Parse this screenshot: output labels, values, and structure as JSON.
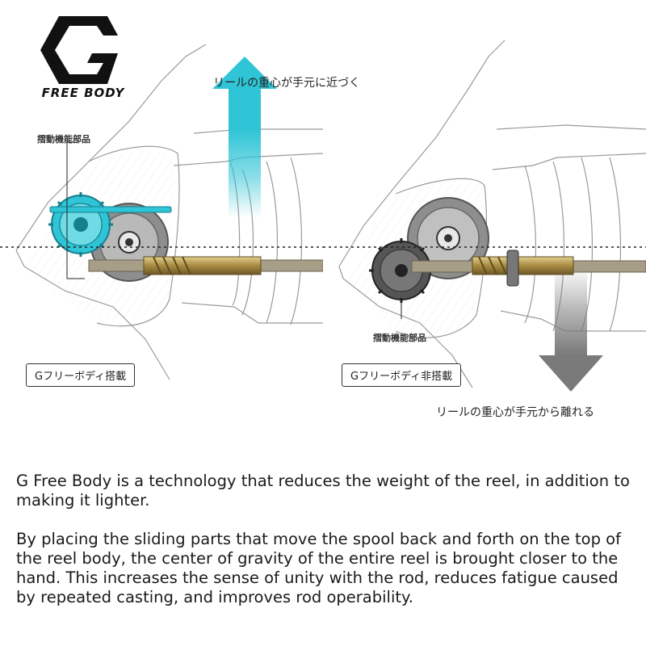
{
  "logo": {
    "text": "FREE BODY"
  },
  "left_panel": {
    "callout": "リールの重心が手元に近づく",
    "part_label": "摺動機能部品",
    "box_label": "Gフリーボディ搭載"
  },
  "right_panel": {
    "callout": "リールの重心が手元から離れる",
    "part_label": "摺動機能部品",
    "box_label": "Gフリーボディ非搭載"
  },
  "colors": {
    "accent_cyan": "#2fc4d6",
    "arrow_gray": "#7a7a7a",
    "gear_gray": "#555555",
    "shaft_gold": "#b8a060"
  },
  "description": {
    "paragraph_1": "G Free Body is a technology that reduces the weight of the reel, in addition to making it lighter.",
    "paragraph_2": "By placing the sliding parts that move the spool back and forth on the top of the reel body, the center of gravity of the entire reel is brought closer to the hand. This increases the sense of unity with the rod, reduces fatigue caused by repeated casting, and improves rod operability."
  }
}
